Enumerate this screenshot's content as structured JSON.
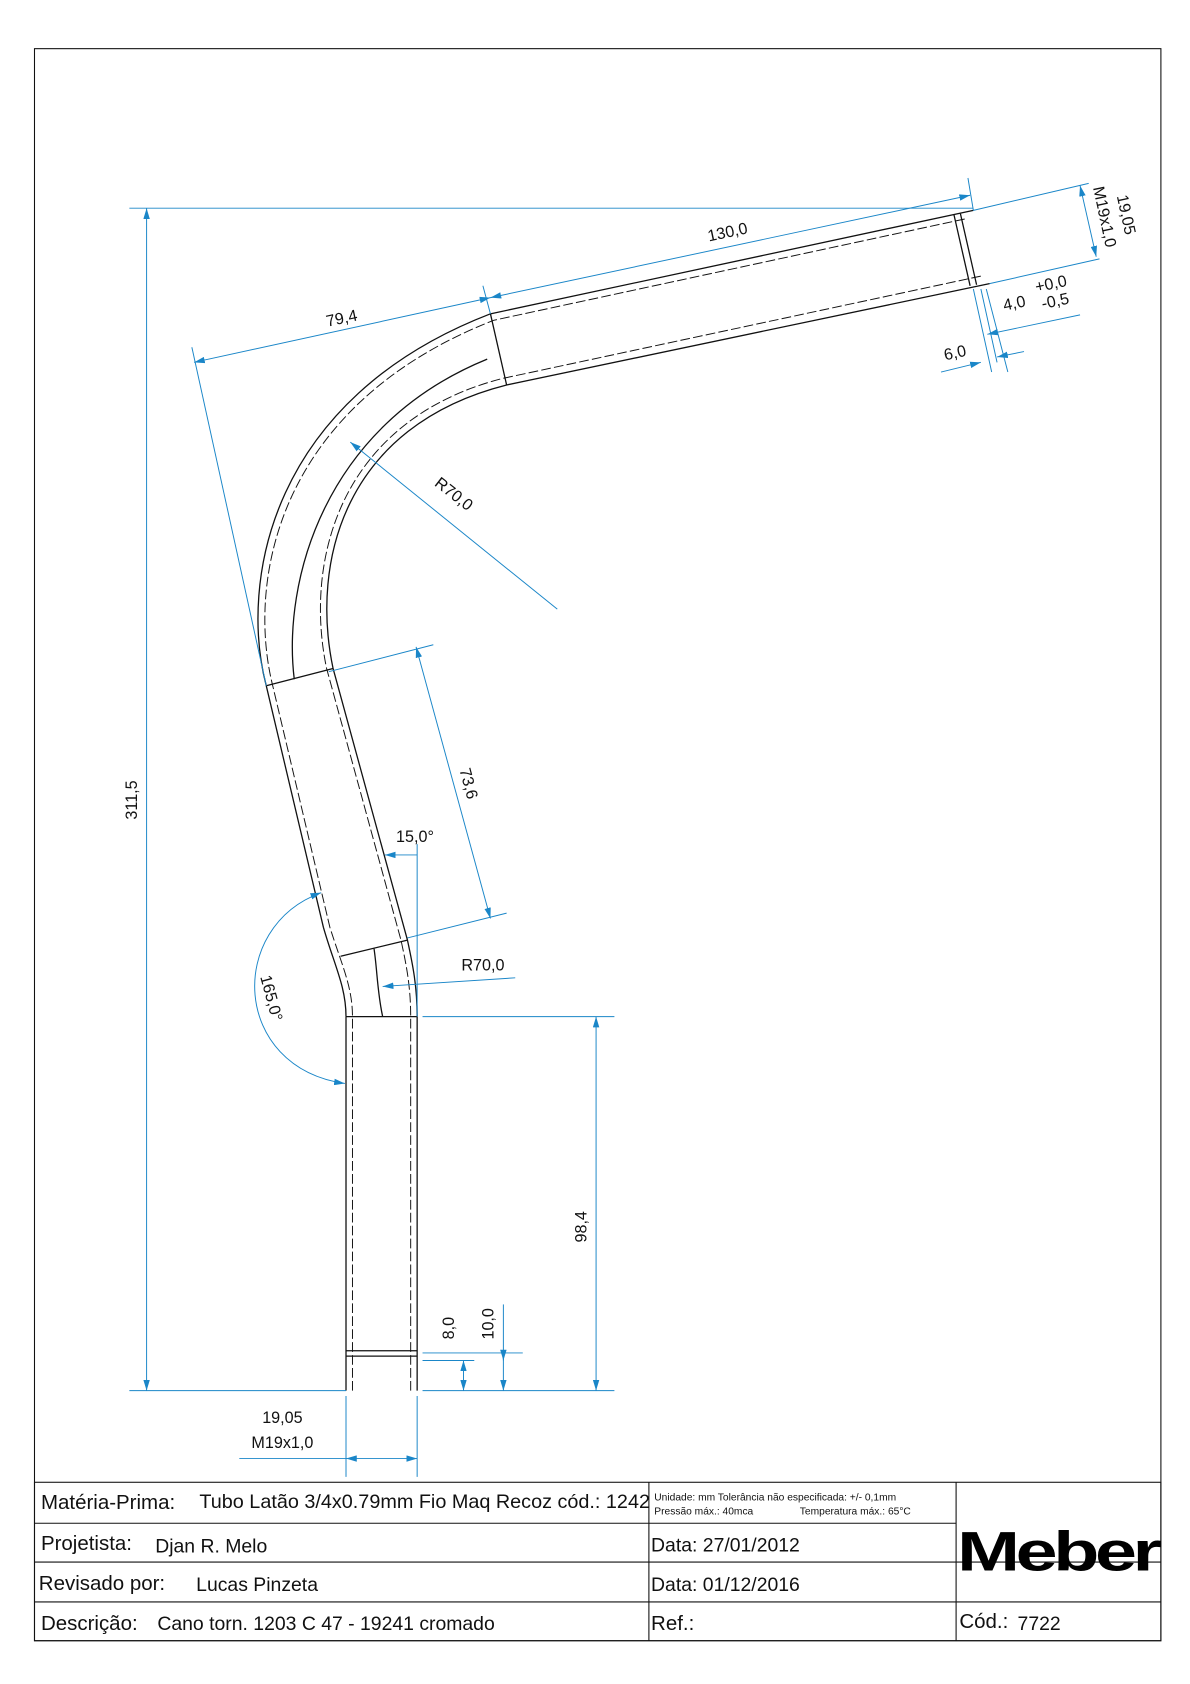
{
  "drawing": {
    "dimensions": {
      "overall_height": "311,5",
      "upper_length": "130,0",
      "bend_tangent": "79,4",
      "upper_radius": "R70,0",
      "middle_length": "73,6",
      "angle_small": "15,0°",
      "angle_large": "165,0°",
      "lower_radius": "R70,0",
      "lower_length": "98,4",
      "thread_len_8": "8,0",
      "thread_len_10": "10,0",
      "bottom_diameter": "19,05",
      "bottom_thread": "M19x1,0",
      "top_diameter": "19,05",
      "top_thread": "M19x1,0",
      "top_tol_base": "4,0",
      "top_tol_plus": "+0,0",
      "top_tol_minus": "-0,5",
      "top_len_6": "6,0"
    },
    "colors": {
      "dimension": "#1a86c8",
      "line": "#111111"
    }
  },
  "title_block": {
    "materia_label": "Matéria-Prima:",
    "materia_value": "Tubo Latão 3/4x0.79mm Fio Maq Recoz cód.: 1242",
    "notes_line1": "Unidade: mm Tolerância não especificada: +/- 0,1mm",
    "notes_line2a": "Pressão máx.: 40mca",
    "notes_line2b": "Temperatura máx.: 65°C",
    "projetista_label": "Projetista:",
    "projetista_value": "Djan R. Melo",
    "data1": "Data: 27/01/2012",
    "revisado_label": "Revisado por:",
    "revisado_value": "Lucas Pinzeta",
    "data2": "Data: 01/12/2016",
    "descricao_label": "Descrição:",
    "descricao_value": "Cano torn. 1203 C 47 - 19241 cromado",
    "ref_label": "Ref.:",
    "cod_label": "Cód.:",
    "cod_value": "7722",
    "logo": "Meber"
  }
}
